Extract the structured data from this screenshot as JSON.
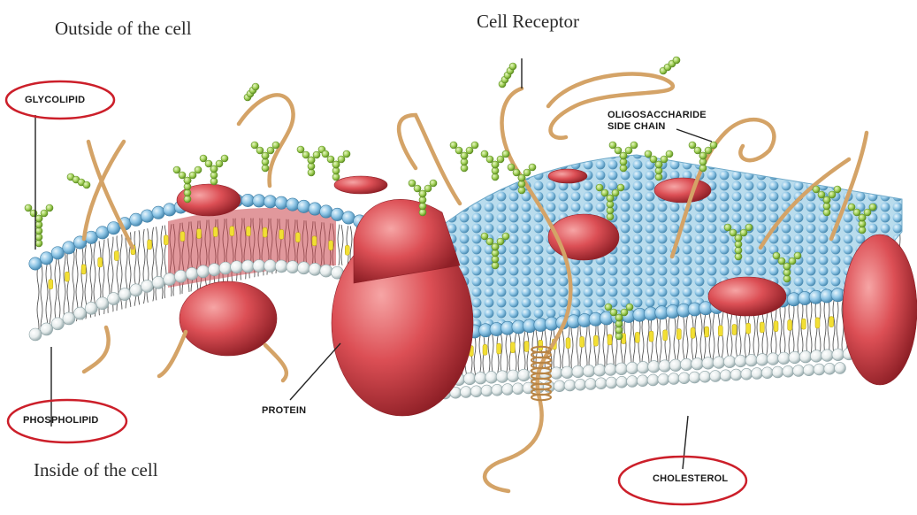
{
  "labels": {
    "outside": "Outside of the cell",
    "receptor": "Cell Receptor",
    "inside": "Inside of the cell",
    "glycolipid": "GLYCOLIPID",
    "phospholipid": "PHOSPHOLIPID",
    "protein": "PROTEIN",
    "cholesterol": "CHOLESTEROL",
    "oligo_line1": "OLIGOSACCHARIDE",
    "oligo_line2": "SIDE CHAIN"
  },
  "colors": {
    "highlight_ring": "#cc1f2a",
    "phospholipid_head_blue": "#8fc6e6",
    "phospholipid_head_white": "#f2f4f4",
    "protein": "#d9474d",
    "sugar_chain": "#9fcf55",
    "cholesterol": "#f2df34",
    "receptor_strand": "#d4a367"
  }
}
